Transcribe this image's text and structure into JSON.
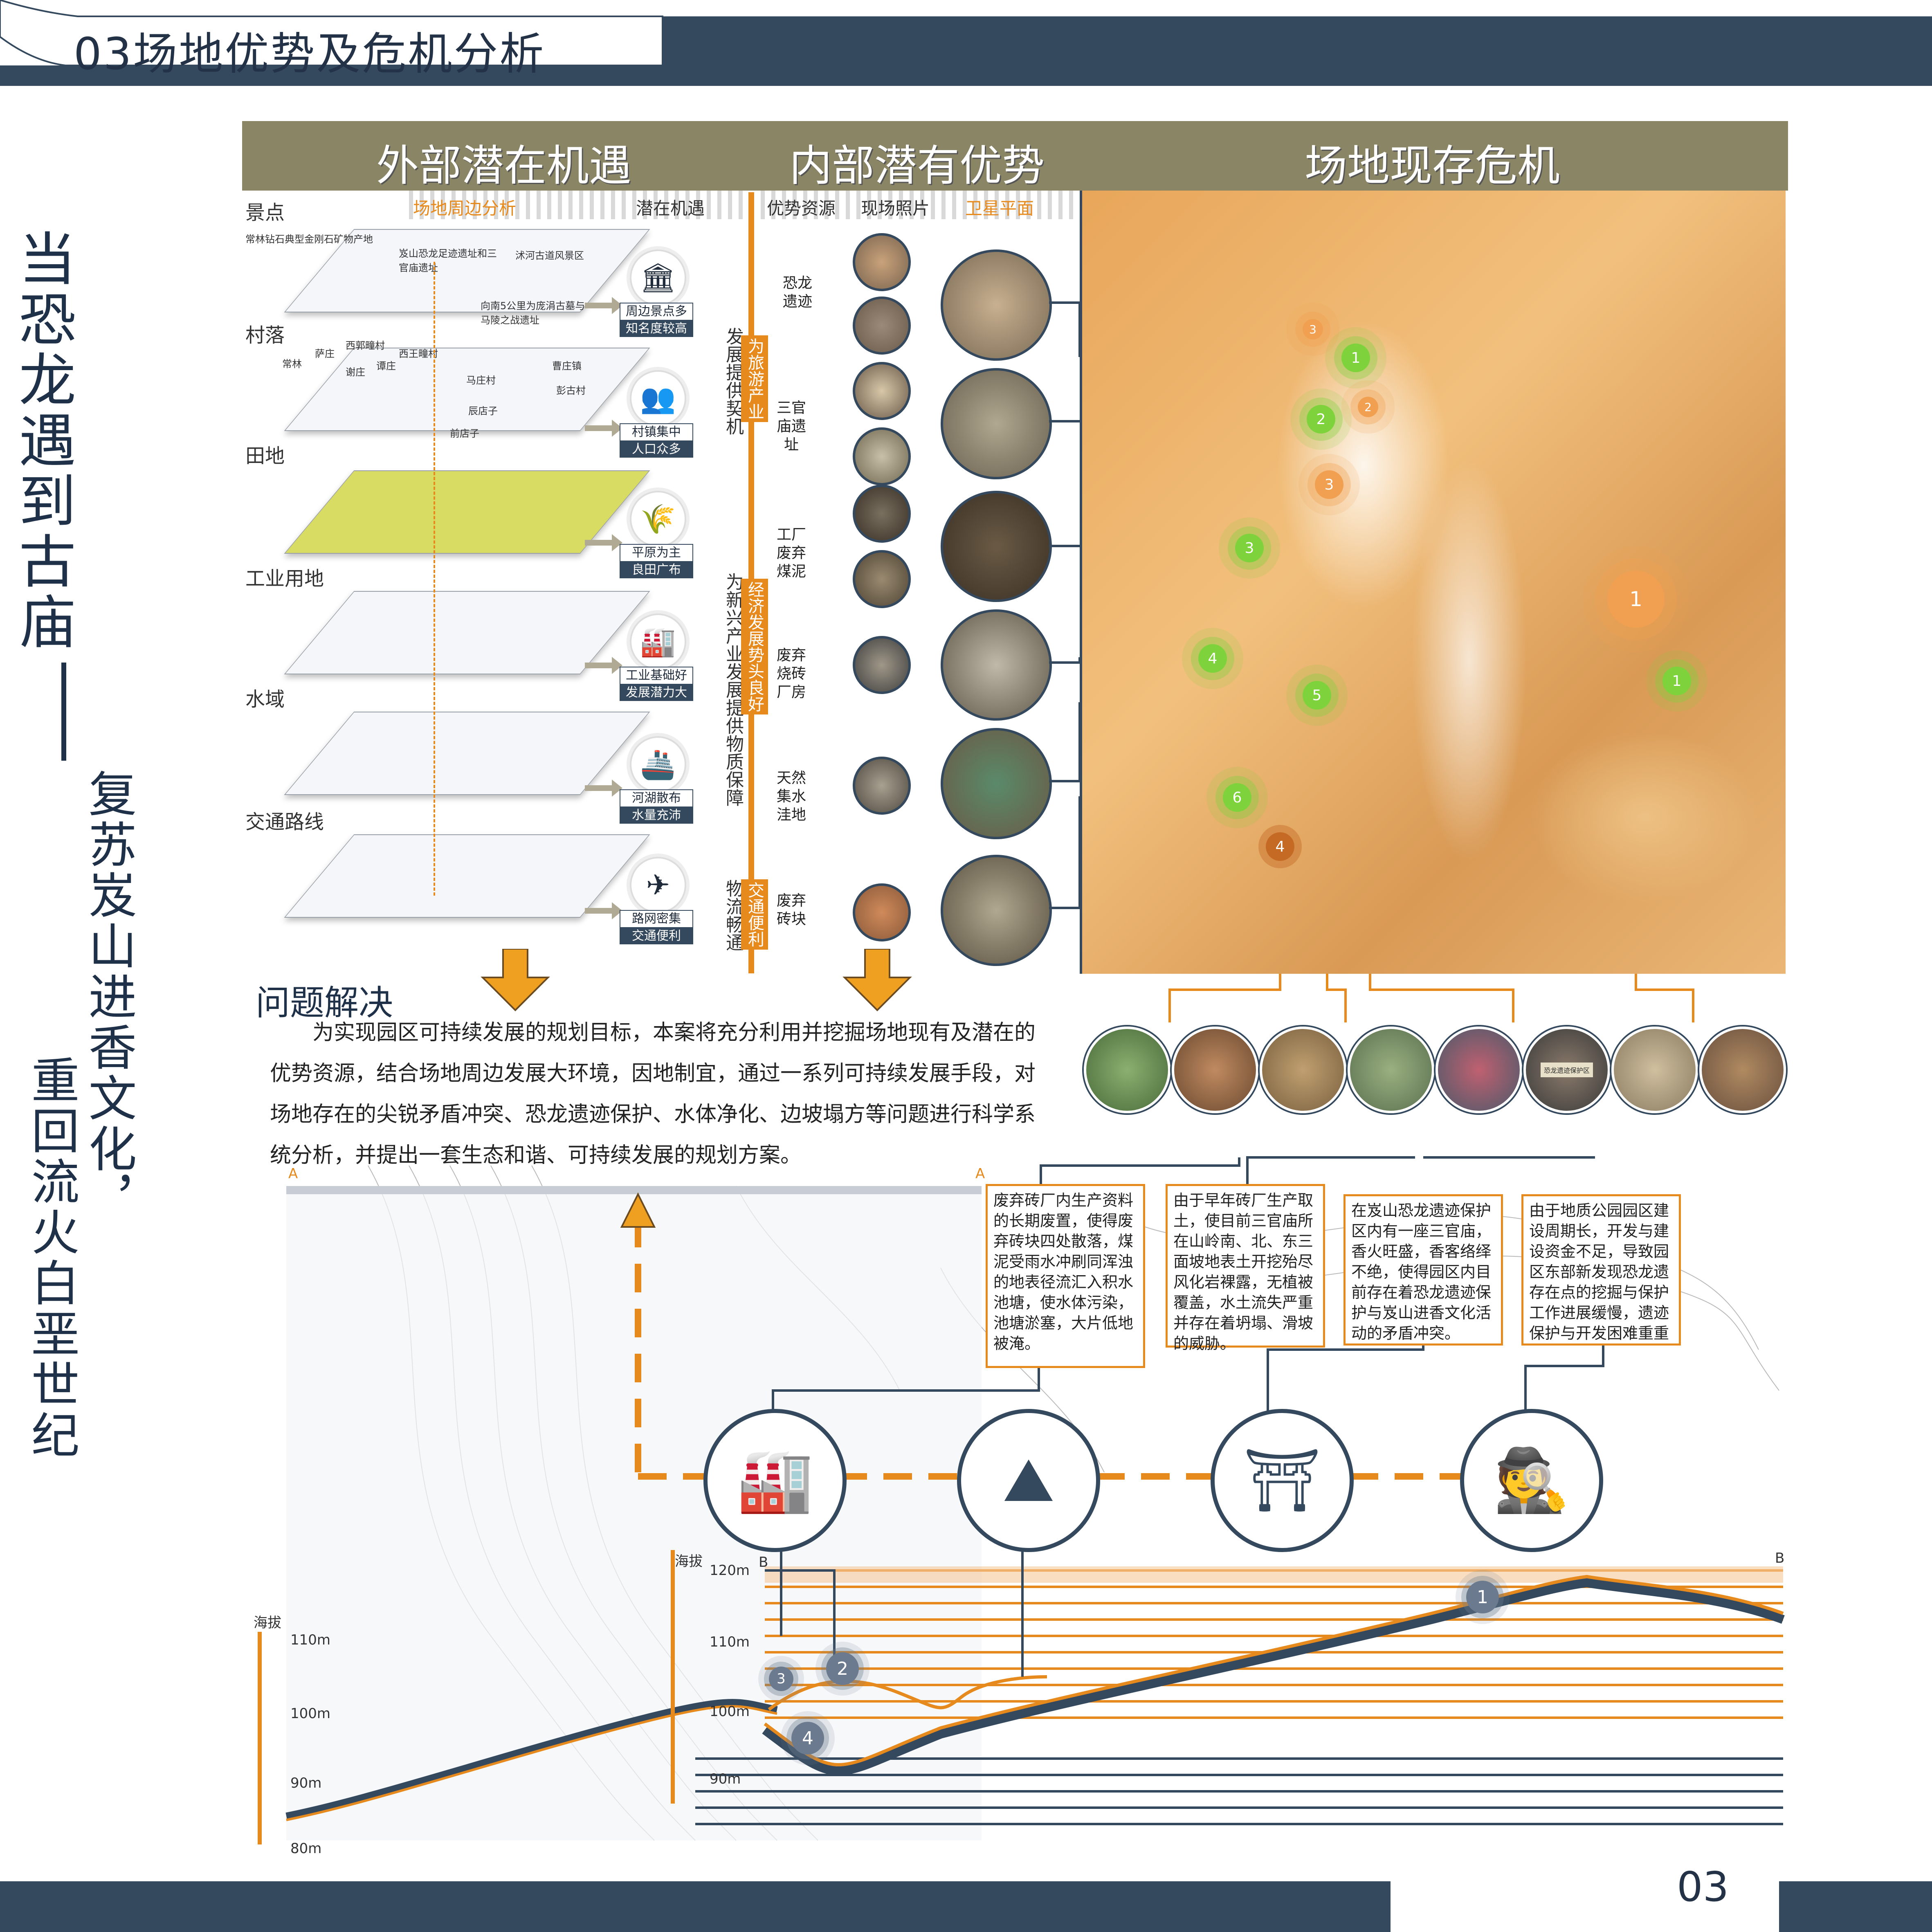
{
  "header": {
    "title": "03场地优势及危机分析",
    "bar_color": "#34495e"
  },
  "footer": {
    "page_number": "03"
  },
  "side_title": {
    "main": "当恐龙遇到古庙",
    "subtitle_1": "复苏岌山进香文化，",
    "subtitle_2": "重回流火白垩世纪"
  },
  "band": {
    "external": "外部潜在机遇",
    "internal": "内部潜有优势",
    "crisis": "场地现存危机"
  },
  "left_panel": {
    "tab_surrounding": "场地周边分析",
    "tab_potential": "潜在机遇",
    "layers": [
      {
        "label": "景点",
        "notes": [
          "常林钻石典型金刚石矿物产地",
          "岌山恐龙足迹遗址和三官庙遗址",
          "沭河古道风景区",
          "向南5公里为庞涓古墓与马陵之战遗址"
        ],
        "icon": "museum-icon",
        "tag_top": "周边景点多",
        "tag_bottom": "知名度较高"
      },
      {
        "label": "村落",
        "notes": [
          "常林",
          "萨庄",
          "西郭疃村",
          "西王疃村",
          "谢庄",
          "谭庄",
          "马庄村",
          "曹庄镇",
          "彭古村",
          "辰店子",
          "前店子"
        ],
        "icon": "people-icon",
        "tag_top": "村镇集中",
        "tag_bottom": "人口众多"
      },
      {
        "label": "田地",
        "notes": [],
        "icon": "farmland-icon",
        "tag_top": "平原为主",
        "tag_bottom": "良田广布"
      },
      {
        "label": "工业用地",
        "notes": [],
        "icon": "factory-icon",
        "tag_top": "工业基础好",
        "tag_bottom": "发展潜力大"
      },
      {
        "label": "水域",
        "notes": [],
        "icon": "water-icon",
        "tag_top": "河湖散布",
        "tag_bottom": "水量充沛"
      },
      {
        "label": "交通路线",
        "notes": [],
        "icon": "plane-icon",
        "tag_top": "路网密集",
        "tag_bottom": "交通便利"
      }
    ],
    "brackets": [
      {
        "text": "发展提供契机",
        "orange": "为旅游产业"
      },
      {
        "text": "为新兴产业发展提供物质保障",
        "orange": "经济发展势头良好"
      },
      {
        "text": "物流畅通",
        "orange": "交通便利"
      }
    ]
  },
  "middle_panel": {
    "tab_resource": "优势资源",
    "tab_photo": "现场照片",
    "tab_satellite": "卫星平面",
    "resources": [
      {
        "label": "恐龙遗迹"
      },
      {
        "label": "三官庙遗址"
      },
      {
        "label": "工厂废弃煤泥"
      },
      {
        "label": "废弃烧砖厂房"
      },
      {
        "label": "天然集水洼地"
      },
      {
        "label": "废弃砖块"
      }
    ]
  },
  "map": {
    "green_markers": [
      "1",
      "2",
      "3",
      "4",
      "5",
      "6",
      "1"
    ],
    "orange_markers": [
      "3",
      "2",
      "3",
      "1"
    ],
    "brown_markers": [
      "4"
    ]
  },
  "problem": {
    "title": "问题解决",
    "text": "为实现园区可持续发展的规划目标，本案将充分利用并挖掘场地现有及潜在的优势资源，结合场地周边发展大环境，因地制宜，通过一系列可持续发展手段，对场地存在的尖锐矛盾冲突、恐龙遗迹保护、水体净化、边坡塌方等问题进行科学系统分析，并提出一套生态和谐、可持续发展的规划方案。"
  },
  "crisis_boxes": [
    "废弃砖厂内生产资料的长期废置，使得废弃砖块四处散落，煤泥受雨水冲刷同浑浊的地表径流汇入积水池塘，使水体污染，池塘淤塞，大片低地被淹。",
    "由于早年砖厂生产取土，使目前三官庙所在山岭南、北、东三面坡地表土开挖殆尽风化岩裸露，无植被覆盖，水土流失严重并存在着坍塌、滑坡的威胁。",
    "在岌山恐龙遗迹保护区内有一座三官庙，香火旺盛，香客络绎不绝，使得园区内目前存在着恐龙遗迹保护与岌山进香文化活动的矛盾冲突。",
    "由于地质公园园区建设周期长，开发与建设资金不足，导致园区东部新发现恐龙遗存在点的挖掘与保护工作进展缓慢，遗迹保护与开发困难重重"
  ],
  "crisis_photos": [
    "wetland",
    "brick-kiln",
    "slope-1",
    "slope-2",
    "crowd",
    "sign",
    "fossil",
    "storage"
  ],
  "crisis_sign_text": "恐龙遗迹保护区",
  "profile": {
    "section_a_left": "A",
    "section_a_right": "A",
    "section_b_left": "B",
    "section_b_right": "B",
    "elevation_label": "海拔",
    "left_scale": [
      "110m",
      "100m",
      "90m",
      "80m"
    ],
    "right_scale": [
      "120m",
      "110m",
      "100m",
      "90m"
    ],
    "numbers": [
      "1",
      "2",
      "3",
      "4"
    ],
    "icons": [
      "factory-pollution-icon",
      "landslide-icon",
      "temple-dinosaur-icon",
      "detective-icon"
    ]
  },
  "colors": {
    "navy": "#34495e",
    "orange": "#e68a1e",
    "band": "#8a8565",
    "green": "#7ed23c"
  }
}
